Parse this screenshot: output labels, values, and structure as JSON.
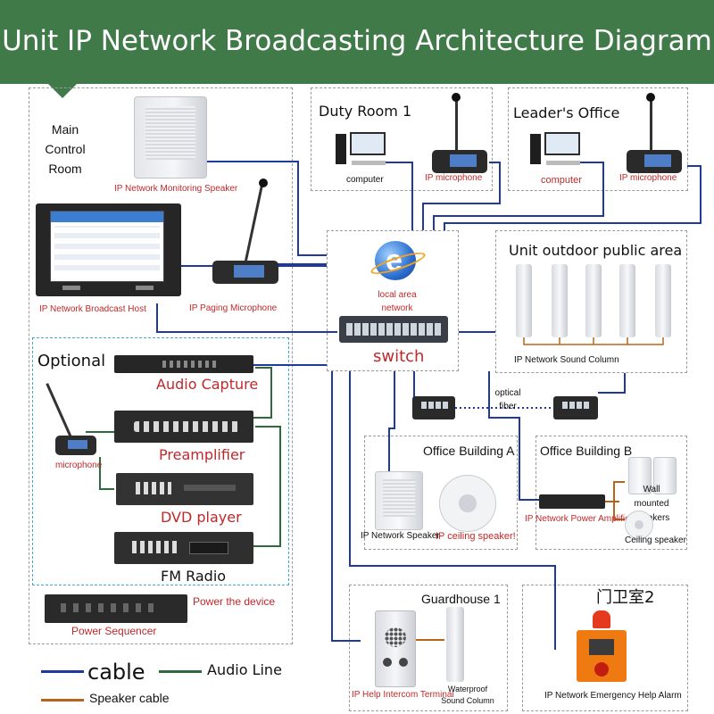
{
  "title": "Unit IP Network Broadcasting Architecture Diagram",
  "areas": {
    "main_control": "Main Control Room",
    "duty_room": "Duty Room 1",
    "leaders_office": "Leader's Office",
    "outdoor": "Unit outdoor public area",
    "optional": "Optional",
    "office_a": "Office Building A",
    "office_b": "Office Building B",
    "guardhouse1": "Guardhouse 1",
    "guardhouse2": "门卫室2"
  },
  "devices": {
    "monitor_speaker": "IP Network Monitoring Speaker",
    "broadcast_host": "IP Network Broadcast Host",
    "paging_mic": "IP Paging Microphone",
    "duty_computer": "computer",
    "duty_ipmic": "IP microphone",
    "leader_computer": "computer",
    "leader_ipmic": "IP microphone",
    "lan": "local area network",
    "switch": "switch",
    "sound_column": "IP Network Sound Column",
    "optical_fiber": "optical fiber",
    "audio_capture": "Audio Capture",
    "microphone": "microphone",
    "preamplifier": "Preamplifier",
    "dvd": "DVD player",
    "fm": "FM Radio",
    "power_device": "Power the device",
    "power_sequencer": "Power Sequencer",
    "ip_speaker": "IP Network Speaker",
    "ceiling_speaker_a": "IP ceiling speaker!",
    "power_amp": "IP Network Power Amplifier",
    "wall_speakers": "Wall mounted speakers",
    "ceiling_speaker_b": "Ceiling speaker",
    "intercom": "IP Help Intercom Terminal",
    "waterproof": "Waterproof Sound Column",
    "emergency": "IP Network Emergency Help Alarm"
  },
  "legend": {
    "cable": "cable",
    "audio_line": "Audio Line",
    "speaker_cable": "Speaker cable"
  },
  "colors": {
    "header": "#3f7a48",
    "cable": "#1f3a9c",
    "audio_line": "#2e6b3a",
    "speaker_cable": "#b8651c",
    "label_red": "#c0282a"
  }
}
